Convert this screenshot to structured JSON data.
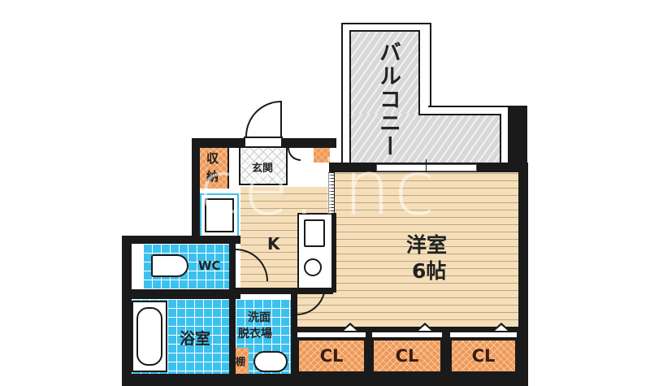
{
  "floorplan": {
    "rooms": {
      "balcony": {
        "label": "バルコニー"
      },
      "storage": {
        "label_line1": "収",
        "label_line2": "納"
      },
      "entrance": {
        "label": "玄関"
      },
      "kitchen": {
        "label": "K"
      },
      "western_room": {
        "label_line1": "洋室",
        "label_line2": "6帖"
      },
      "wc": {
        "label": "WC"
      },
      "bathroom": {
        "label": "浴室"
      },
      "washroom": {
        "label_line1": "洗面",
        "label_line2": "脱衣場"
      },
      "shelf": {
        "label": "棚"
      },
      "closets": [
        {
          "label": "CL"
        },
        {
          "label": "CL"
        },
        {
          "label": "CL"
        }
      ]
    },
    "watermark": "ice.inc",
    "colors": {
      "wall": "#1a1a1a",
      "wood_floor": "#f6dfb8",
      "tile": "#3cc1ee",
      "storage_orange": "#ef9a58",
      "balcony_gray": "#d8d8d8"
    }
  }
}
